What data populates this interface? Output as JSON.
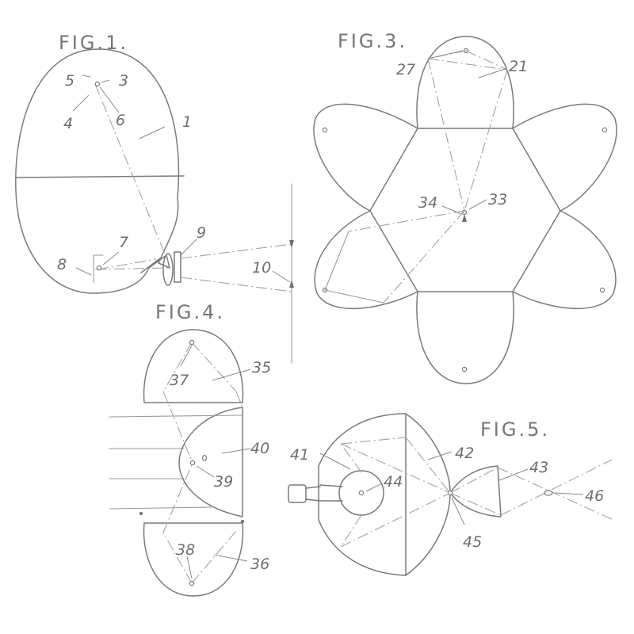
{
  "figures": {
    "fig1": "FIG.1.",
    "fig3": "FIG.3.",
    "fig4": "FIG.4.",
    "fig5": "FIG.5."
  },
  "refs": {
    "r1": "1",
    "r3": "3",
    "r4": "4",
    "r5": "5",
    "r6": "6",
    "r7": "7",
    "r8": "8",
    "r9": "9",
    "r10": "10",
    "r21": "21",
    "r27": "27",
    "r33": "33",
    "r34": "34",
    "r35": "35",
    "r36": "36",
    "r37": "37",
    "r38": "38",
    "r39": "39",
    "r40": "40",
    "r41": "41",
    "r42": "42",
    "r43": "43",
    "r44": "44",
    "r45": "45",
    "r46": "46"
  },
  "colors": {
    "ink": "#7a7a7a",
    "paper": "#ffffff"
  }
}
